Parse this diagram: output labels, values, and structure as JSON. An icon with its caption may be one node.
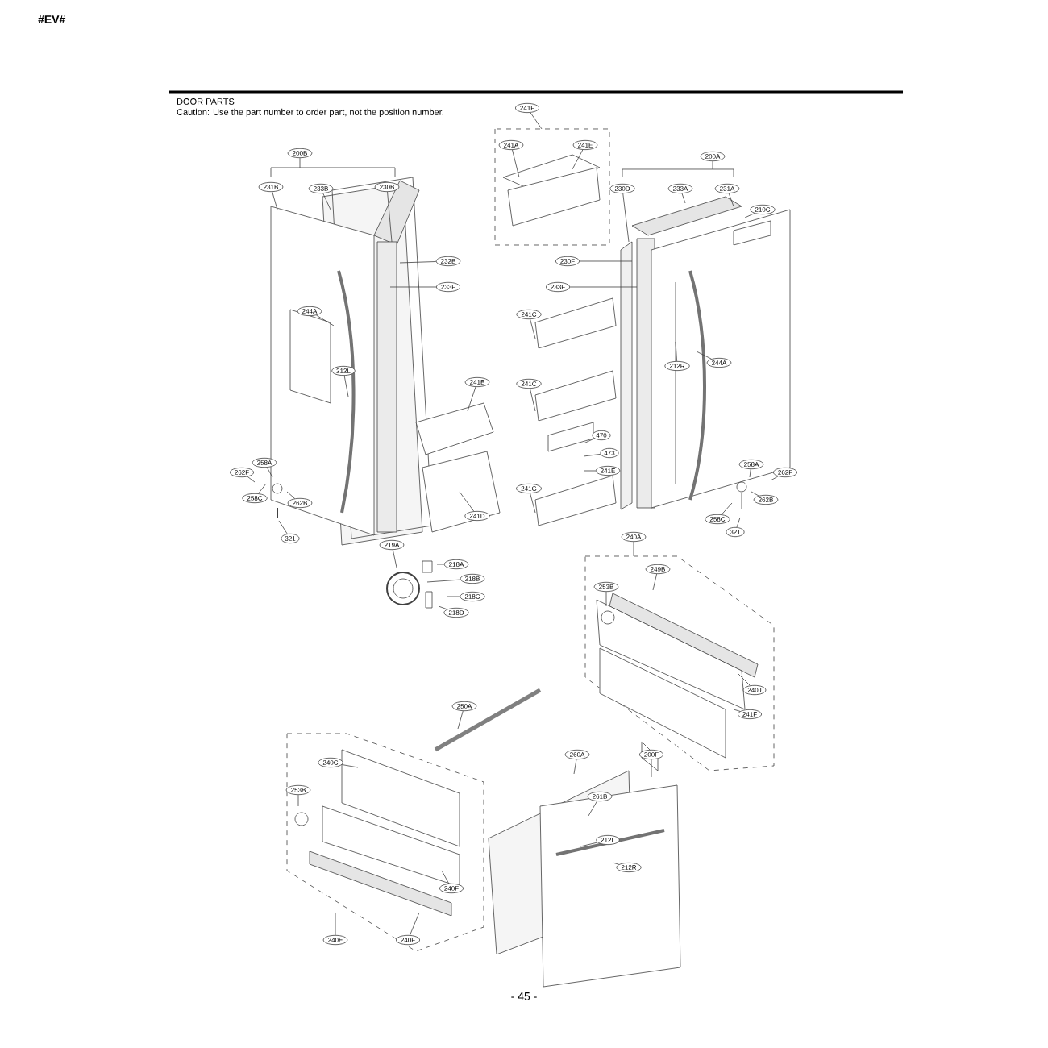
{
  "diagram": {
    "title": "DOOR PARTS",
    "nodes": [
      {
        "text": [
          "200B"
        ]
      },
      {
        "text": [
          "231B"
        ]
      },
      {
        "text": [
          "233B"
        ]
      },
      {
        "text": [
          "230B"
        ]
      },
      {
        "text": [
          "232B"
        ]
      },
      {
        "text": [
          "233F"
        ]
      },
      {
        "text": [
          "244A"
        ]
      },
      {
        "text": [
          "212L"
        ]
      },
      {
        "text": [
          "241B"
        ]
      },
      {
        "text": [
          "241D"
        ]
      },
      {
        "text": [
          "262F"
        ]
      },
      {
        "text": [
          "258A"
        ]
      },
      {
        "text": [
          "258C"
        ]
      },
      {
        "text": [
          "262B"
        ]
      },
      {
        "text": [
          "321"
        ]
      },
      {
        "text": [
          "241F"
        ]
      },
      {
        "text": [
          "241A"
        ]
      },
      {
        "text": [
          "241E"
        ]
      },
      {
        "text": [
          "200A"
        ]
      },
      {
        "text": [
          "230D"
        ]
      },
      {
        "text": [
          "233A"
        ]
      },
      {
        "text": [
          "231A"
        ]
      },
      {
        "text": [
          "210C"
        ]
      },
      {
        "text": [
          "230F"
        ]
      },
      {
        "text": [
          "233F"
        ]
      },
      {
        "text": [
          "241C"
        ]
      },
      {
        "text": [
          "241C"
        ]
      },
      {
        "text": [
          "470"
        ]
      },
      {
        "text": [
          "473"
        ]
      },
      {
        "text": [
          "241E"
        ]
      },
      {
        "text": [
          "241G"
        ]
      },
      {
        "text": [
          "212R"
        ]
      },
      {
        "text": [
          "244A"
        ]
      },
      {
        "text": [
          "258A"
        ]
      },
      {
        "text": [
          "262F"
        ]
      },
      {
        "text": [
          "262B"
        ]
      },
      {
        "text": [
          "258C"
        ]
      },
      {
        "text": [
          "321"
        ]
      },
      {
        "text": [
          "219A"
        ]
      },
      {
        "text": [
          "218A"
        ]
      },
      {
        "text": [
          "218B"
        ]
      },
      {
        "text": [
          "218C"
        ]
      },
      {
        "text": [
          "218D"
        ]
      },
      {
        "text": [
          "240A"
        ]
      },
      {
        "text": [
          "249B"
        ]
      },
      {
        "text": [
          "253B"
        ]
      },
      {
        "text": [
          "240J"
        ]
      },
      {
        "text": [
          "241F"
        ]
      },
      {
        "text": [
          "200F"
        ]
      },
      {
        "text": [
          "250A"
        ]
      },
      {
        "text": [
          "240C"
        ]
      },
      {
        "text": [
          "253B"
        ]
      },
      {
        "text": [
          "240F"
        ]
      },
      {
        "text": [
          "240E"
        ]
      },
      {
        "text": [
          "240F"
        ]
      },
      {
        "text": [
          "260A"
        ]
      },
      {
        "text": [
          "261B"
        ]
      },
      {
        "text": [
          "212L"
        ]
      },
      {
        "text": [
          "212R"
        ]
      }
    ],
    "edges": [
      {
        "from": 0,
        "to": null,
        "arrow": "none"
      },
      {
        "from": 1,
        "to": null,
        "arrow": "none"
      },
      {
        "from": 2,
        "to": null,
        "arrow": "none"
      },
      {
        "from": 3,
        "to": null,
        "arrow": "none"
      },
      {
        "from": 4,
        "to": null,
        "arrow": "none"
      },
      {
        "from": 5,
        "to": null,
        "arrow": "none"
      },
      {
        "from": 6,
        "to": null,
        "arrow": "none"
      },
      {
        "from": 7,
        "to": null,
        "arrow": "none"
      },
      {
        "from": 8,
        "to": null,
        "arrow": "none"
      },
      {
        "from": 9,
        "to": null,
        "arrow": "none"
      },
      {
        "from": 10,
        "to": null,
        "arrow": "none"
      },
      {
        "from": 11,
        "to": null,
        "arrow": "none"
      },
      {
        "from": 12,
        "to": null,
        "arrow": "none"
      },
      {
        "from": 13,
        "to": null,
        "arrow": "none"
      },
      {
        "from": 14,
        "to": null,
        "arrow": "none"
      },
      {
        "from": 15,
        "to": null,
        "arrow": "none"
      },
      {
        "from": 16,
        "to": null,
        "arrow": "none"
      },
      {
        "from": 17,
        "to": null,
        "arrow": "none"
      },
      {
        "from": 18,
        "to": null,
        "arrow": "none"
      },
      {
        "from": 19,
        "to": null,
        "arrow": "none"
      },
      {
        "from": 20,
        "to": null,
        "arrow": "none"
      },
      {
        "from": 21,
        "to": null,
        "arrow": "none"
      },
      {
        "from": 22,
        "to": null,
        "arrow": "none"
      },
      {
        "from": 23,
        "to": null,
        "arrow": "none"
      },
      {
        "from": 24,
        "to": null,
        "arrow": "none"
      },
      {
        "from": 25,
        "to": null,
        "arrow": "none"
      },
      {
        "from": 26,
        "to": null,
        "arrow": "none"
      },
      {
        "from": 27,
        "to": null,
        "arrow": "none"
      },
      {
        "from": 28,
        "to": null,
        "arrow": "none"
      },
      {
        "from": 29,
        "to": null,
        "arrow": "none"
      },
      {
        "from": 30,
        "to": null,
        "arrow": "none"
      },
      {
        "from": 31,
        "to": null,
        "arrow": "none"
      },
      {
        "from": 32,
        "to": null,
        "arrow": "none"
      },
      {
        "from": 33,
        "to": null,
        "arrow": "none"
      },
      {
        "from": 34,
        "to": null,
        "arrow": "none"
      },
      {
        "from": 35,
        "to": null,
        "arrow": "none"
      },
      {
        "from": 36,
        "to": null,
        "arrow": "none"
      },
      {
        "from": 37,
        "to": null,
        "arrow": "none"
      },
      {
        "from": 38,
        "to": null,
        "arrow": "none"
      },
      {
        "from": 39,
        "to": null,
        "arrow": "none"
      },
      {
        "from": 40,
        "to": null,
        "arrow": "none"
      },
      {
        "from": 41,
        "to": null,
        "arrow": "none"
      },
      {
        "from": 42,
        "to": null,
        "arrow": "none"
      },
      {
        "from": 43,
        "to": null,
        "arrow": "none"
      },
      {
        "from": 44,
        "to": null,
        "arrow": "none"
      },
      {
        "from": 45,
        "to": null,
        "arrow": "none"
      },
      {
        "from": 46,
        "to": null,
        "arrow": "none"
      },
      {
        "from": 47,
        "to": null,
        "arrow": "none"
      },
      {
        "from": 48,
        "to": null,
        "arrow": "none"
      },
      {
        "from": 49,
        "to": null,
        "arrow": "none"
      },
      {
        "from": 50,
        "to": null,
        "arrow": "none"
      },
      {
        "from": 51,
        "to": null,
        "arrow": "none"
      },
      {
        "from": 52,
        "to": null,
        "arrow": "none"
      },
      {
        "from": 53,
        "to": null,
        "arrow": "none"
      },
      {
        "from": 54,
        "to": null,
        "arrow": "none"
      },
      {
        "from": 55,
        "to": null,
        "arrow": "none"
      },
      {
        "from": 56,
        "to": null,
        "arrow": "none"
      },
      {
        "from": 57,
        "to": null,
        "arrow": "none"
      },
      {
        "from": 58,
        "to": null,
        "arrow": "none"
      }
    ],
    "labels": [
      "#EV#",
      "Caution: Use the part number to order part, not the position number.",
      "- 45 -"
    ]
  }
}
